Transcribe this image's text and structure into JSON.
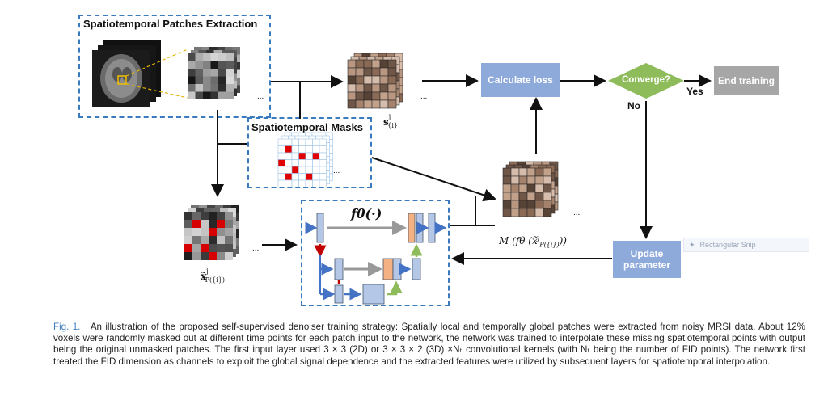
{
  "patches_box": {
    "title": "Spatiotemporal Patches Extraction"
  },
  "masks_box": {
    "title": "Spatiotemporal Masks"
  },
  "network_box": {
    "fn_label": "fθ(·)"
  },
  "nodes": {
    "calculate_loss": "Calculate loss",
    "converge": "Converge?",
    "end_training": "End training",
    "update_parameter": "Update parameter"
  },
  "edge_labels": {
    "yes": "Yes",
    "no": "No"
  },
  "math_labels": {
    "s_label": "s",
    "s_sup": "j",
    "s_sub": "{i}",
    "x_label": "x̃",
    "x_sup": "j",
    "x_sub": "P({i})",
    "m_label": "M (fθ (x̃",
    "m_sup": "j",
    "m_sub": "P({i})",
    "m_close": "))"
  },
  "snip_text": "Rectangular Snip",
  "colors": {
    "dashed_border": "#3a7bbf",
    "node_blue": "#8eaadb",
    "node_green": "#8fbc5a",
    "node_gray": "#a6a6a6",
    "caption_fig": "#3f7fc3"
  },
  "caption": {
    "fig": "Fig. 1.",
    "text": "An illustration of the proposed self-supervised denoiser training strategy: Spatially local and temporally global patches were extracted from noisy MRSI data. About 12% voxels were randomly masked out at different time points for each patch input to the network, the network was trained to interpolate these missing spatiotemporal points with output being the original unmasked patches. The first input layer used 3 × 3 (2D) or 3 × 3 × 2 (3D) ×Nₜ convolutional kernels (with Nₜ being the number of FID points). The network first treated the FID dimension as channels to exploit the global signal dependence and the extracted features were utilized by subsequent layers for spatiotemporal interpolation."
  }
}
